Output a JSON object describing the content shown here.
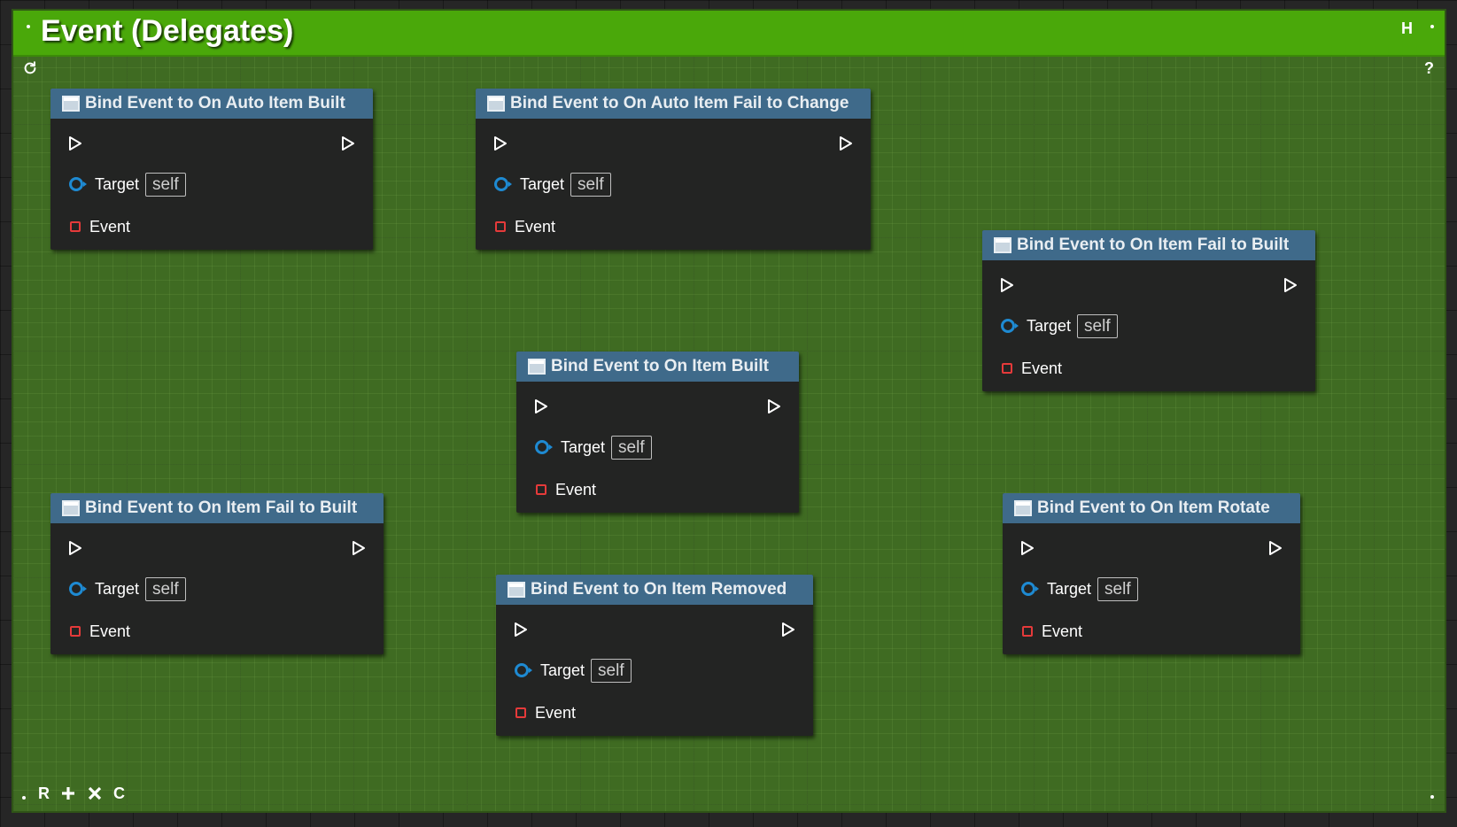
{
  "comment": {
    "title": "Event (Delegates)",
    "header_button": "H",
    "help": "?",
    "color": "#4aa80a",
    "footer_buttons": [
      "R",
      "plus-icon",
      "close-icon",
      "C"
    ],
    "footer_r": "R",
    "footer_c": "C"
  },
  "nodes": [
    {
      "title": "Bind Event to On Auto Item Built",
      "target_label": "Target",
      "target_value": "self",
      "event_label": "Event"
    },
    {
      "title": "Bind Event to On Auto Item Fail to Change",
      "target_label": "Target",
      "target_value": "self",
      "event_label": "Event"
    },
    {
      "title": "Bind Event to On Item Fail to Built",
      "target_label": "Target",
      "target_value": "self",
      "event_label": "Event"
    },
    {
      "title": "Bind Event to On Item Built",
      "target_label": "Target",
      "target_value": "self",
      "event_label": "Event"
    },
    {
      "title": "Bind Event to On Item Fail to Built",
      "target_label": "Target",
      "target_value": "self",
      "event_label": "Event"
    },
    {
      "title": "Bind Event to On Item Removed",
      "target_label": "Target",
      "target_value": "self",
      "event_label": "Event"
    },
    {
      "title": "Bind Event to On Item Rotate",
      "target_label": "Target",
      "target_value": "self",
      "event_label": "Event"
    }
  ],
  "colors": {
    "node_header": "#3f6a8a",
    "node_body": "#232423",
    "object_pin": "#1e8ad2",
    "delegate_pin": "#e53a3a",
    "exec_pin": "#ffffff"
  }
}
